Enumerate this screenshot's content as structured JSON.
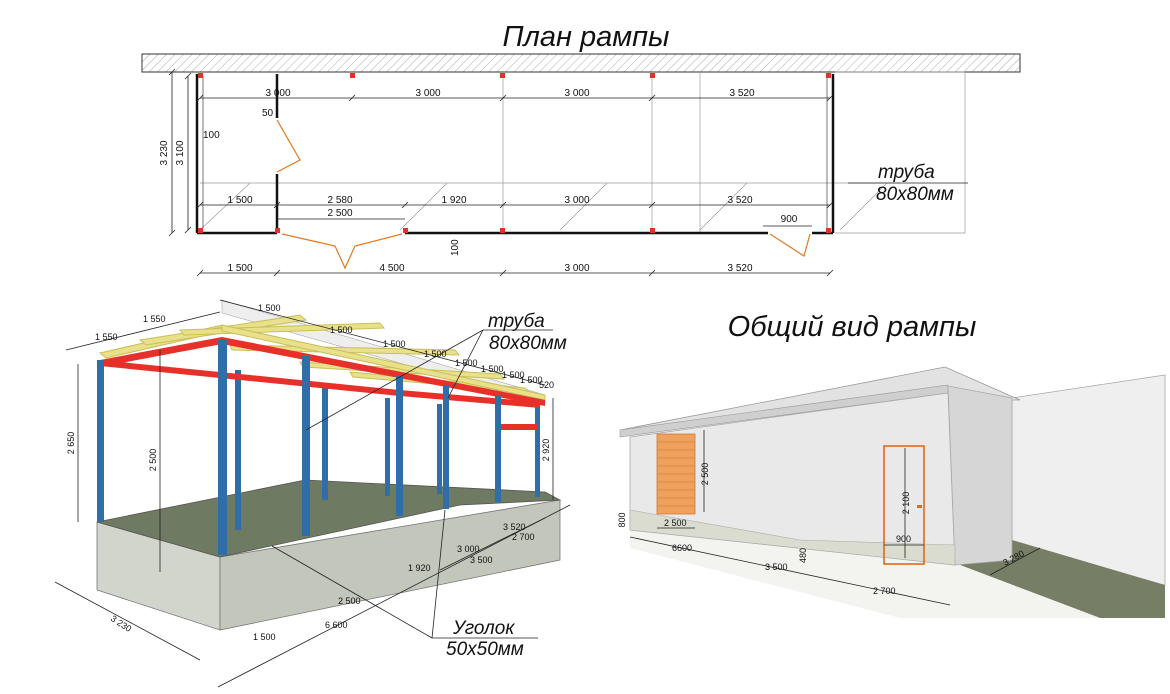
{
  "plan": {
    "title": "План рампы",
    "pipe_callout": [
      "труба",
      "80x80мм"
    ],
    "top_dims": [
      "3 000",
      "3 000",
      "3 000",
      "3 520"
    ],
    "mid_dims": [
      "1 500",
      "2 580",
      "1 920",
      "3 000",
      "3 520"
    ],
    "inner_dims": [
      "2 500",
      "900"
    ],
    "bottom_dims": [
      "1 500",
      "4 500",
      "3 000",
      "3 520"
    ],
    "left_dims": [
      "3 230",
      "3 100"
    ],
    "small_dims": [
      "50",
      "100",
      "100"
    ]
  },
  "frame": {
    "pipe_callout": [
      "труба",
      "80x80мм"
    ],
    "angle_callout": [
      "Уголок",
      "50x50мм"
    ],
    "top_dims": [
      "1 550",
      "1 550",
      "1 500",
      "1 500",
      "1 500",
      "1 500",
      "1 500",
      "1 500",
      "1 500",
      "1 500",
      "520"
    ],
    "height_dims": [
      "2 650",
      "2 500",
      "2 920"
    ],
    "right_dims": [
      "3 520",
      "3 000",
      "2 700",
      "3 500"
    ],
    "bottom_dims": [
      "1 920",
      "2 500",
      "6 600",
      "1 500"
    ],
    "side_dim": "3 230",
    "colors": {
      "pipe": "#e8302a",
      "post": "#2f6ea8",
      "batten": "#e9e08a",
      "floor": "#6f7a62",
      "base": "#d2d5cb"
    }
  },
  "view": {
    "title": "Общий вид рампы",
    "dims": [
      "2 500",
      "2 100",
      "800",
      "2 500",
      "900",
      "6600",
      "3 500",
      "480",
      "2 700",
      "3 280"
    ],
    "colors": {
      "wall": "#e9e9e9",
      "gate": "#f0a15e",
      "door_frame": "#e06a1a",
      "ramp": "#767e66"
    }
  }
}
